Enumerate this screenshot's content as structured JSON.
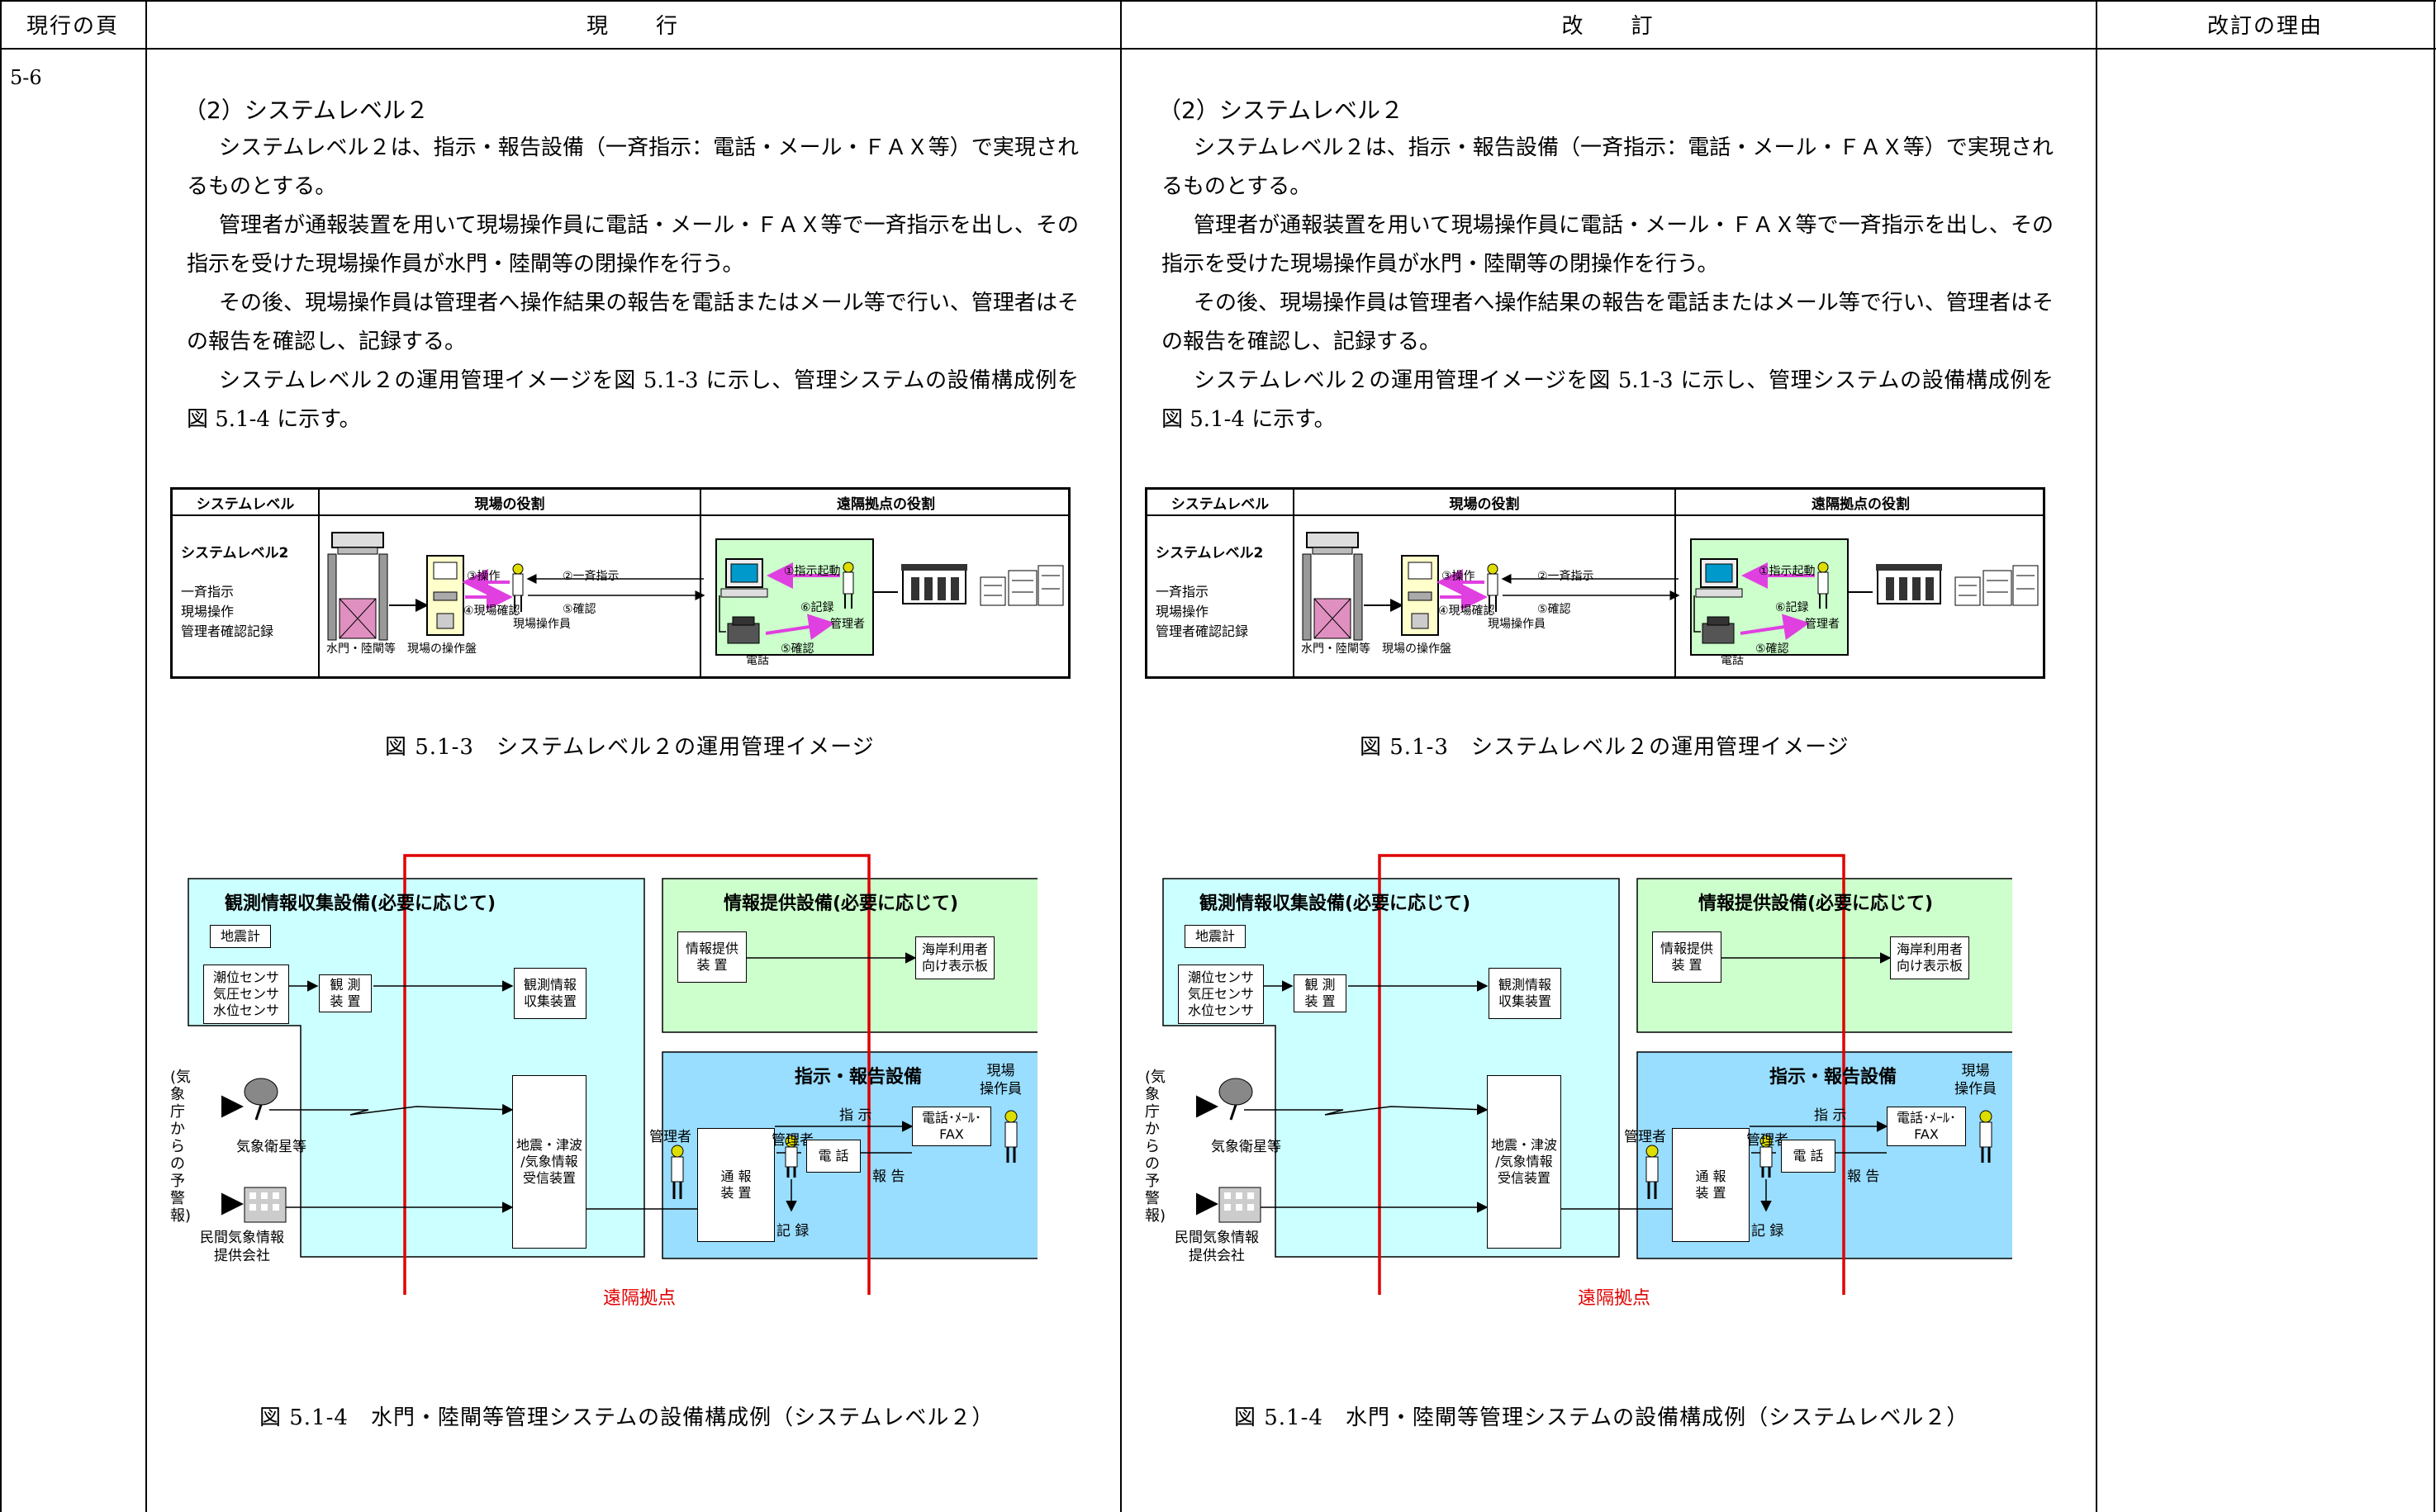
{
  "header": {
    "page_col": "現行の頁",
    "current_col": "現　　行",
    "revised_col": "改　　訂",
    "reason_col": "改訂の理由"
  },
  "page_number": "5-6",
  "content": {
    "heading": "（2）システムレベル２",
    "p1": "システムレベル２は、指示・報告設備（一斉指示：電話・メール・ＦＡＸ等）で実現されるものとする。",
    "p2": "管理者が通報装置を用いて現場操作員に電話・メール・ＦＡＸ等で一斉指示を出し、その指示を受けた現場操作員が水門・陸閘等の閉操作を行う。",
    "p3": "その後、現場操作員は管理者へ操作結果の報告を電話またはメール等で行い、管理者はその報告を確認し、記録する。",
    "p4": "システムレベル２の運用管理イメージを図 5.1-3 に示し、管理システムの設備構成例を図 5.1-4 に示す。",
    "fig3_caption": "図 5.1-3　システムレベル２の運用管理イメージ",
    "fig4_caption": "図 5.1-4　水門・陸閘等管理システムの設備構成例（システムレベル２）"
  },
  "fig3": {
    "col_level": "システムレベル",
    "col_site": "現場の役割",
    "col_remote": "遠隔拠点の役割",
    "level_name": "システムレベル2",
    "level_items": [
      "一斉指示",
      "現場操作",
      "管理者確認記録"
    ],
    "gate_label": "水門・陸閘等",
    "panel_label": "現場の操作盤",
    "operator_label": "現場操作員",
    "step1": "①指示起動",
    "step2": "②一斉指示",
    "step3": "③操作",
    "step4": "④現場確認",
    "step5a": "⑤確認",
    "step5b": "⑤確認",
    "step6": "⑥記録",
    "manager_label": "管理者",
    "phone_label": "電話"
  },
  "fig4": {
    "obs_title": "観測情報収集設備(必要に応じて)",
    "seismometer": "地震計",
    "sensors": "潮位センサ\n気圧センサ\n水位センサ",
    "obs_device": "観 測\n装 置",
    "obs_collect": "観測情報\n収集装置",
    "info_title": "情報提供設備(必要に応じて)",
    "info_device": "情報提供\n装 置",
    "board": "海岸利用者\n向け表示板",
    "cmd_title": "指示・報告設備",
    "site_operator": "現場\n操作員",
    "manager1": "管理者",
    "manager2": "管理者",
    "notify": "通 報\n装 置",
    "instruct": "指 示",
    "report": "報 告",
    "phone_mail_fax": "電話･ﾒｰﾙ･\nFAX",
    "phone": "電 話",
    "record": "記 録",
    "quake": "地震・津波\n/気象情報\n受信装置",
    "satellite": "気象衛星等",
    "jma": "(気象庁からの予警報)",
    "private": "民間気象情報\n提供会社",
    "remote_base": "遠隔拠点"
  },
  "colors": {
    "obs_bg": "#ccffff",
    "info_bg": "#ccffcc",
    "cmd_bg": "#99ddff",
    "remote_red": "#e00000",
    "arrow_magenta": "#e040e0"
  }
}
